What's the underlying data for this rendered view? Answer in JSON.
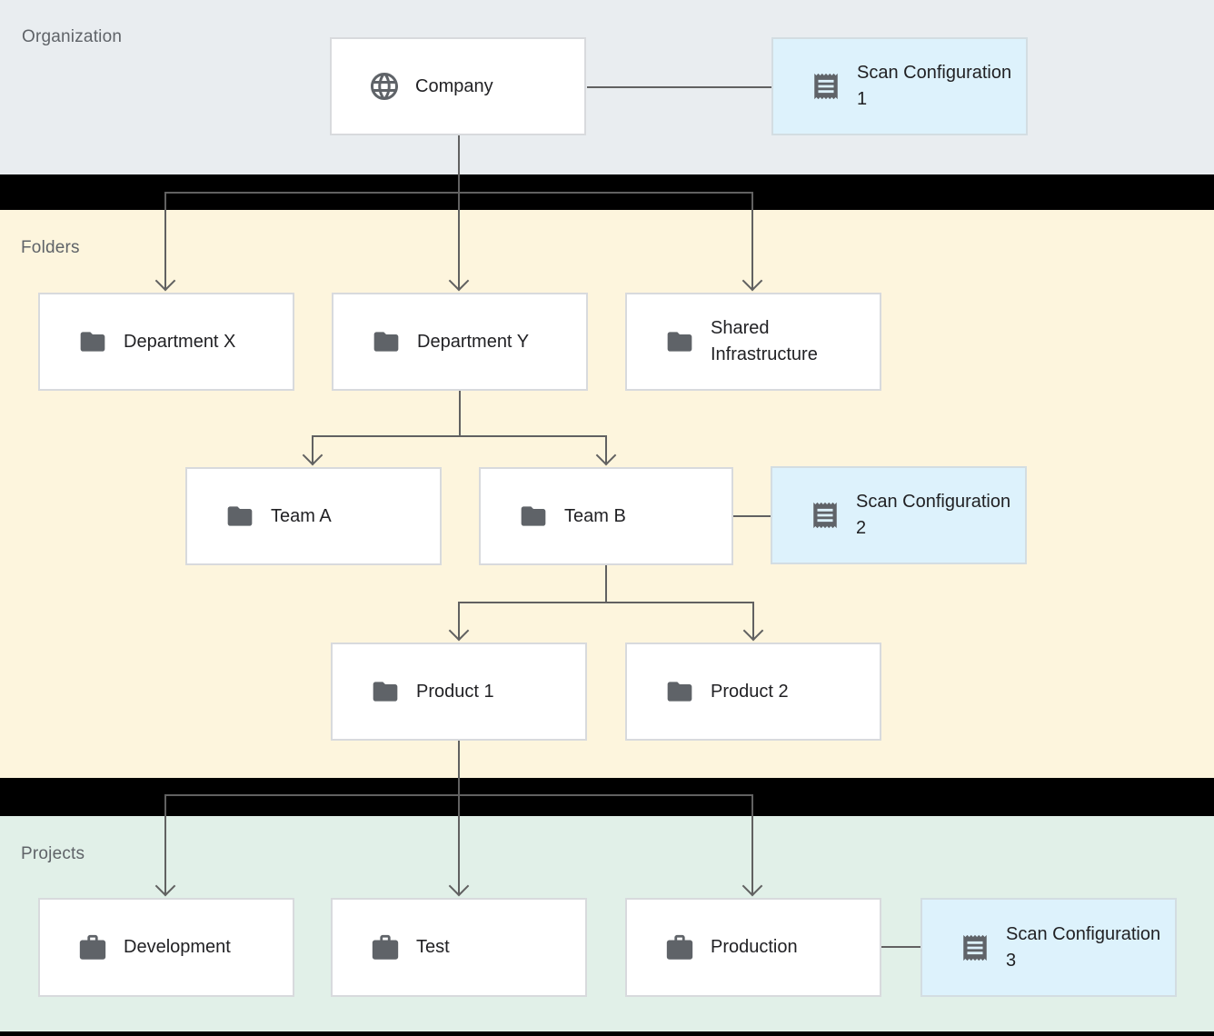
{
  "bands": {
    "organization": {
      "label": "Organization"
    },
    "folders": {
      "label": "Folders"
    },
    "projects": {
      "label": "Projects"
    }
  },
  "nodes": {
    "company": {
      "label": "Company",
      "icon": "globe-icon"
    },
    "scan_config_1": {
      "label": "Scan Configuration 1",
      "icon": "receipt-icon"
    },
    "department_x": {
      "label": "Department X",
      "icon": "folder-icon"
    },
    "department_y": {
      "label": "Department Y",
      "icon": "folder-icon"
    },
    "shared_infrastructure": {
      "label": "Shared Infrastructure",
      "icon": "folder-icon"
    },
    "team_a": {
      "label": "Team A",
      "icon": "folder-icon"
    },
    "team_b": {
      "label": "Team B",
      "icon": "folder-icon"
    },
    "scan_config_2": {
      "label": "Scan Configuration 2",
      "icon": "receipt-icon"
    },
    "product_1": {
      "label": "Product 1",
      "icon": "folder-icon"
    },
    "product_2": {
      "label": "Product 2",
      "icon": "folder-icon"
    },
    "development": {
      "label": "Development",
      "icon": "briefcase-icon"
    },
    "test": {
      "label": "Test",
      "icon": "briefcase-icon"
    },
    "production": {
      "label": "Production",
      "icon": "briefcase-icon"
    },
    "scan_config_3": {
      "label": "Scan Configuration 3",
      "icon": "briefcase-icon"
    }
  },
  "edges": [
    {
      "from": "company",
      "to": "scan_config_1",
      "type": "association"
    },
    {
      "from": "company",
      "to": "department_x",
      "type": "hierarchy"
    },
    {
      "from": "company",
      "to": "department_y",
      "type": "hierarchy"
    },
    {
      "from": "company",
      "to": "shared_infrastructure",
      "type": "hierarchy"
    },
    {
      "from": "department_y",
      "to": "team_a",
      "type": "hierarchy"
    },
    {
      "from": "department_y",
      "to": "team_b",
      "type": "hierarchy"
    },
    {
      "from": "team_b",
      "to": "scan_config_2",
      "type": "association"
    },
    {
      "from": "team_b",
      "to": "product_1",
      "type": "hierarchy"
    },
    {
      "from": "team_b",
      "to": "product_2",
      "type": "hierarchy"
    },
    {
      "from": "product_1",
      "to": "development",
      "type": "hierarchy"
    },
    {
      "from": "product_1",
      "to": "test",
      "type": "hierarchy"
    },
    {
      "from": "product_1",
      "to": "production",
      "type": "hierarchy"
    },
    {
      "from": "production",
      "to": "scan_config_3",
      "type": "association"
    }
  ],
  "colors": {
    "org-band": "#e9edf0",
    "folders-band": "#fdf5dd",
    "projects-band": "#e1f0e8",
    "separator": "#000000",
    "node-bg": "#ffffff",
    "node-border": "#d8dadd",
    "scan-bg": "#ddf2fc",
    "scan-border": "#d3dde2",
    "node-text": "#212124",
    "label-text": "#5f6368",
    "icon-color": "#5f6368",
    "line-color": "#616161"
  }
}
